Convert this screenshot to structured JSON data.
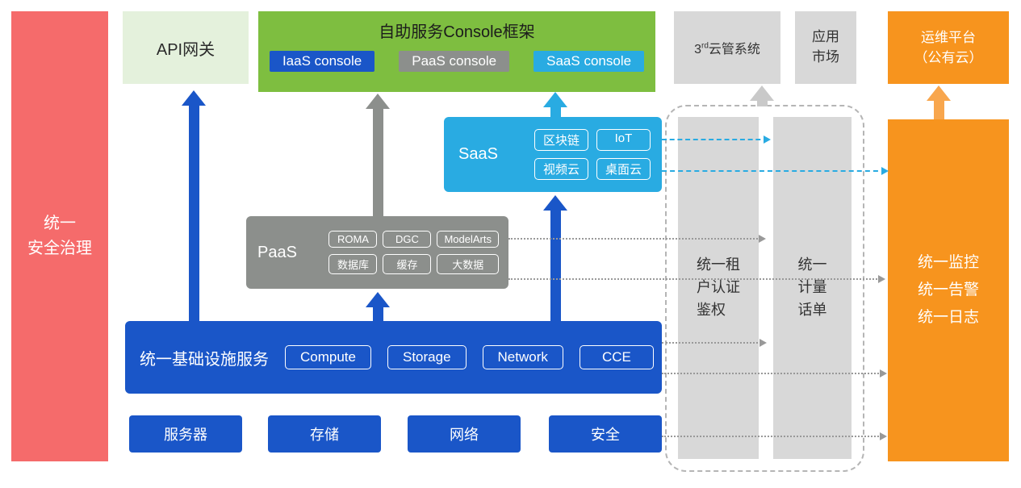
{
  "security_bar": {
    "label": "统一\n安全治理"
  },
  "api_gateway": {
    "label": "API网关"
  },
  "console_frame": {
    "title": "自助服务Console框架",
    "buttons": [
      {
        "label": "IaaS console"
      },
      {
        "label": "PaaS console"
      },
      {
        "label": "SaaS console"
      }
    ]
  },
  "third_party_cloud": {
    "prefix": "3",
    "sup": "rd",
    "suffix": "云管系统"
  },
  "app_market": {
    "label": "应用\n市场"
  },
  "ops_platform": {
    "label": "运维平台\n（公有云）"
  },
  "saas": {
    "label": "SaaS",
    "chips": [
      "区块链",
      "IoT",
      "视频云",
      "桌面云"
    ]
  },
  "paas": {
    "label": "PaaS",
    "chips": [
      "ROMA",
      "DGC",
      "ModelArts",
      "数据库",
      "缓存",
      "大数据"
    ]
  },
  "infrastructure": {
    "label": "统一基础设施服务",
    "chips": [
      "Compute",
      "Storage",
      "Network",
      "CCE"
    ]
  },
  "hardware": [
    "服务器",
    "存储",
    "网络",
    "安全"
  ],
  "auth_bar": {
    "label": "统一租\n户认证\n鉴权"
  },
  "billing_bar": {
    "label": "统一\n计量\n话单"
  },
  "monitor_bar": {
    "label": "统一监控\n统一告警\n统一日志"
  },
  "colors": {
    "blue": "#1A56C8",
    "cyan": "#29ABE2",
    "green": "#7EBE40",
    "pale_green": "#E4F1DC",
    "orange": "#F7941E",
    "orange_light": "#F8A64D",
    "red": "#F56B6B",
    "gray_dark": "#8C8F8C",
    "gray_light": "#D8D8D8",
    "line_gray": "#999999",
    "arrow_gray": "#C9C9C9"
  }
}
